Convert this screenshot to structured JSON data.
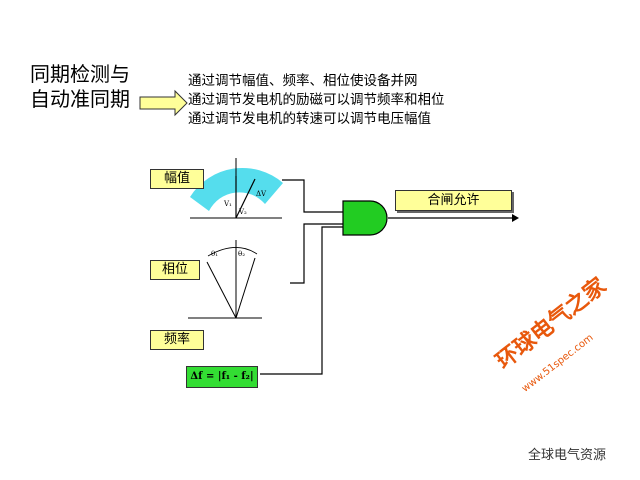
{
  "title": {
    "line1": "同期检测与",
    "line2": "自动准同期"
  },
  "bullets": [
    "通过调节幅值、频率、相位使设备并网",
    "通过调节发电机的励磁可以调节频率和相位",
    "通过调节发电机的转速可以调节电压幅值"
  ],
  "inputs": {
    "amplitude": "幅值",
    "phase": "相位",
    "frequency": "频率",
    "formula": "Δf = |f₁ - f₂|"
  },
  "vector_labels": {
    "v1": "V₁",
    "v2": "V₂",
    "dv": "ΔV",
    "theta1": "θ₁",
    "theta2": "θ₂"
  },
  "output": "合闸允许",
  "colors": {
    "label_bg": "#ffff99",
    "gate": "#22cc22",
    "arc": "#55dded",
    "formula_bg": "#33dd33",
    "watermark": "#e8580c"
  },
  "watermark": {
    "brand": "环球电气之家",
    "url": "www.51spec.com",
    "account": "全球电气资源"
  }
}
